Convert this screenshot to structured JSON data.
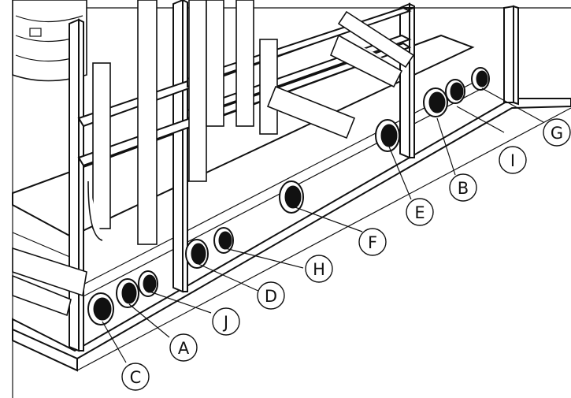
{
  "callouts": [
    {
      "id": "A",
      "label": "A"
    },
    {
      "id": "B",
      "label": "B"
    },
    {
      "id": "C",
      "label": "C"
    },
    {
      "id": "D",
      "label": "D"
    },
    {
      "id": "E",
      "label": "E"
    },
    {
      "id": "F",
      "label": "F"
    },
    {
      "id": "G",
      "label": "G"
    },
    {
      "id": "H",
      "label": "H"
    },
    {
      "id": "I",
      "label": "I"
    },
    {
      "id": "J",
      "label": "J"
    }
  ]
}
